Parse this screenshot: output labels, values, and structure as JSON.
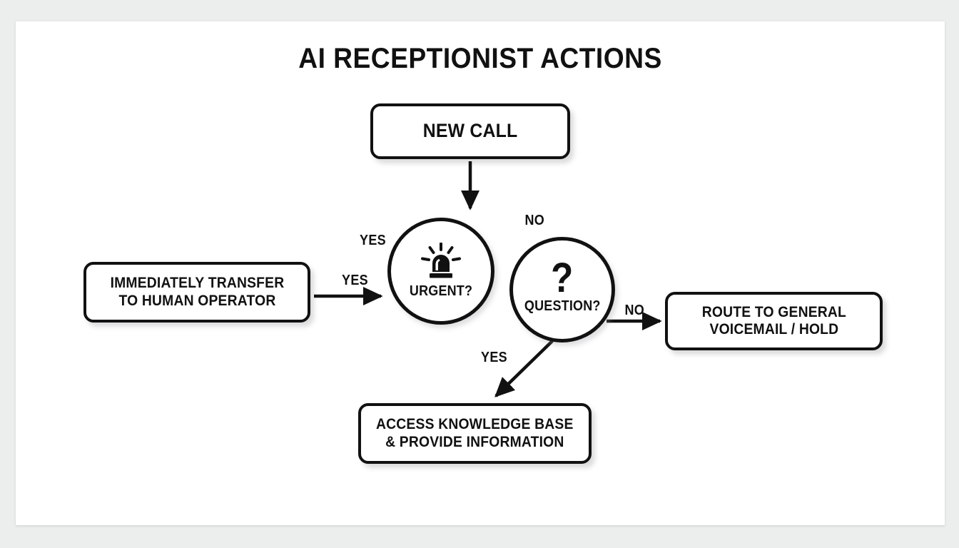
{
  "diagram": {
    "title": "AI RECEPTIONIST ACTIONS",
    "type": "flowchart",
    "background_color": "#ffffff",
    "frame_color": "#eceded",
    "stroke_color": "#111111",
    "nodes": {
      "new_call": {
        "label": "NEW CALL",
        "shape": "rounded-rect"
      },
      "urgent": {
        "label": "URGENT?",
        "shape": "circle",
        "icon": "siren-icon"
      },
      "question": {
        "label": "QUESTION?",
        "shape": "circle",
        "icon": "question-mark-glyph",
        "glyph": "?"
      },
      "transfer": {
        "label": "IMMEDIATELY TRANSFER\nTO HUMAN OPERATOR",
        "shape": "rounded-rect"
      },
      "voicemail": {
        "label": "ROUTE TO GENERAL\nVOICEMAIL / HOLD",
        "shape": "rounded-rect"
      },
      "knowledge": {
        "label": "ACCESS KNOWLEDGE BASE\n& PROVIDE INFORMATION",
        "shape": "rounded-rect"
      }
    },
    "edges": [
      {
        "from": "new_call",
        "to": "urgent",
        "label": "",
        "direction": "down"
      },
      {
        "from": "transfer",
        "to": "urgent",
        "label": "YES",
        "direction": "right"
      },
      {
        "from": "urgent",
        "to": "transfer",
        "label": "YES",
        "direction": "left-upper"
      },
      {
        "from": "urgent",
        "to": "question",
        "label": "NO",
        "direction": "right-upper"
      },
      {
        "from": "question",
        "to": "voicemail",
        "label": "NO",
        "direction": "right"
      },
      {
        "from": "question",
        "to": "knowledge",
        "label": "YES",
        "direction": "down-left"
      }
    ],
    "edge_labels": {
      "yes_urgent_top": "YES",
      "yes_transfer": "YES",
      "no_question_top": "NO",
      "no_voicemail": "NO",
      "yes_knowledge": "YES"
    }
  }
}
